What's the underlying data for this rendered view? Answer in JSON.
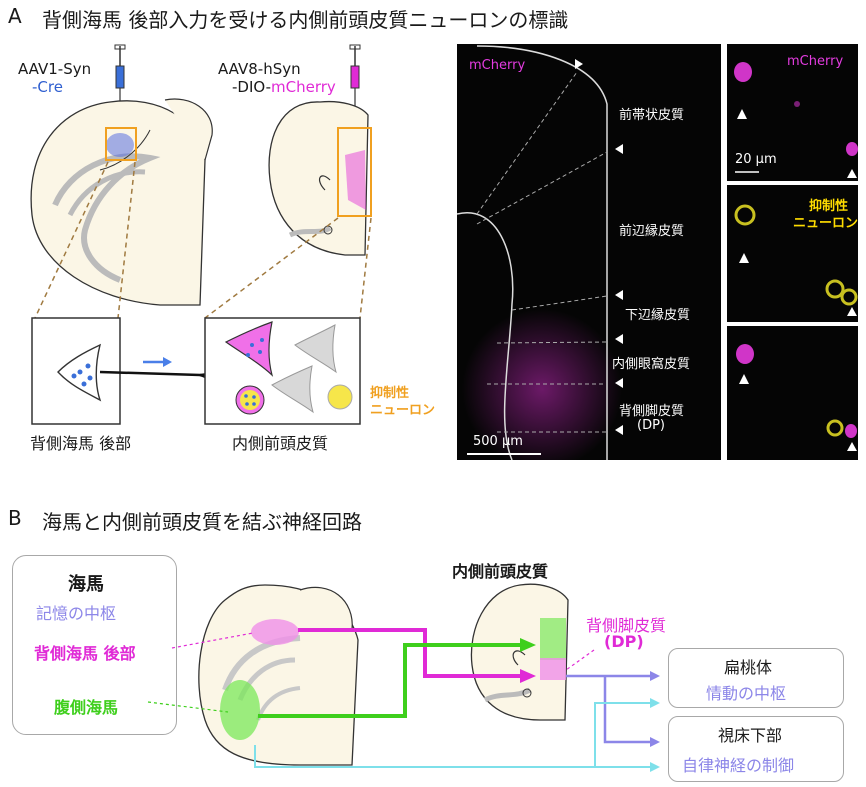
{
  "panel_a": {
    "letter": "A",
    "title": "背側海馬 後部入力を受ける内側前頭皮質ニューロンの標識",
    "virus1_line1": "AAV1-Syn",
    "virus1_line2": "-Cre",
    "virus2_line1": "AAV8-hSyn",
    "virus2_prefix": "-DIO-",
    "virus2_reporter": "mCherry",
    "source_label": "背側海馬 後部",
    "target_label": "内側前頭皮質",
    "inhib_label_line1": "抑制性",
    "inhib_label_line2": "ニューロン",
    "micro_channel": "mCherry",
    "scale_big": "500 μm",
    "regions": [
      "前帯状皮質",
      "前辺縁皮質",
      "下辺縁皮質",
      "内側眼窩皮質",
      "背側脚皮質",
      "(DP)"
    ],
    "inset_top_label": "mCherry",
    "inset_scale": "20 μm",
    "inset_mid_line1": "抑制性",
    "inset_mid_line2": "ニューロン"
  },
  "panel_b": {
    "letter": "B",
    "title": "海馬と内側前頭皮質を結ぶ神経回路",
    "hippo_title": "海馬",
    "hippo_sub": "記憶の中枢",
    "dorsal_label": "背側海馬 後部",
    "ventral_label": "腹側海馬",
    "mpfc_title": "内側前頭皮質",
    "dp_label_line1": "背側脚皮質",
    "dp_label_line2": "(DP)",
    "amygdala": "扁桃体",
    "amygdala_sub": "情動の中枢",
    "hypothalamus": "視床下部",
    "hypothalamus_sub": "自律神経の制御"
  },
  "colors": {
    "magenta": "#e02ad6",
    "green": "#3ecf1c",
    "lavender": "#8c86e8",
    "cyan": "#7ee0ea",
    "orange": "#f0a020",
    "blue": "#2255cc",
    "brain_fill": "#fbf6e6"
  }
}
